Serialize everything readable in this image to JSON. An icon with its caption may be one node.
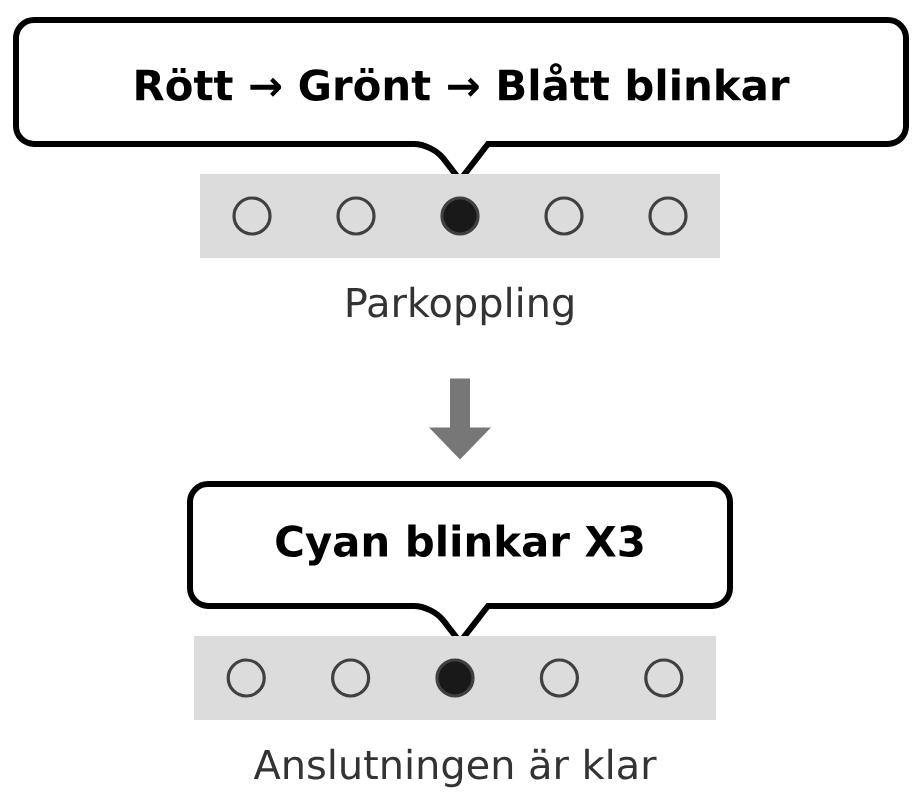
{
  "diagram": {
    "nodes": [
      {
        "text": [
          "Rött → Grönt → Blått blinkar"
        ]
      },
      {
        "text": [],
        "shape": "bar",
        "beside": [
          "Parkoppling"
        ]
      },
      {
        "text": [
          "Cyan blinkar X3"
        ]
      },
      {
        "text": [],
        "shape": "bar",
        "beside": [
          "Anslutningen är klar"
        ]
      }
    ],
    "edges": [
      {
        "from": 1,
        "to": 2,
        "arrow": "to"
      }
    ]
  }
}
